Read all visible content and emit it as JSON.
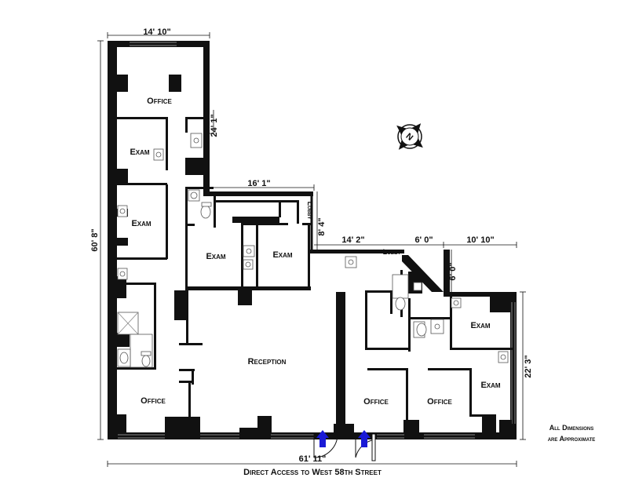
{
  "rooms": {
    "office_top": "Office",
    "exam_1": "Exam",
    "exam_2": "Exam",
    "exam_3": "Exam",
    "exam_4": "Exam",
    "exam_5": "Exam",
    "exam_6": "Exam",
    "reception": "Reception",
    "office_bottom_left": "Office",
    "office_center": "Office",
    "office_right": "Office",
    "lobby_vertical": "Lobby",
    "lobby_horizontal": "Lobby"
  },
  "dimensions": {
    "top_width": "14' 10\"",
    "left_height": "60' 8\"",
    "wing_height": "24' 1\"",
    "mid_width": "16' 1\"",
    "lobby_height": "8' 4\"",
    "lobby_width": "14' 2\"",
    "segment_6": "6' 0\"",
    "segment_10": "10' 10\"",
    "vertical_6": "6' 0\"",
    "right_height": "22' 3\"",
    "total_width": "61' 11\""
  },
  "footer": {
    "access": "Direct Access to West 58th Street",
    "disclaimer_line1": "All Dimensions",
    "disclaimer_line2": "are Approximate"
  },
  "compass": {
    "label": "N",
    "icon": "north-arrow-icon"
  },
  "colors": {
    "walls": "#111111",
    "entry_arrows": "#1a1ad6"
  }
}
